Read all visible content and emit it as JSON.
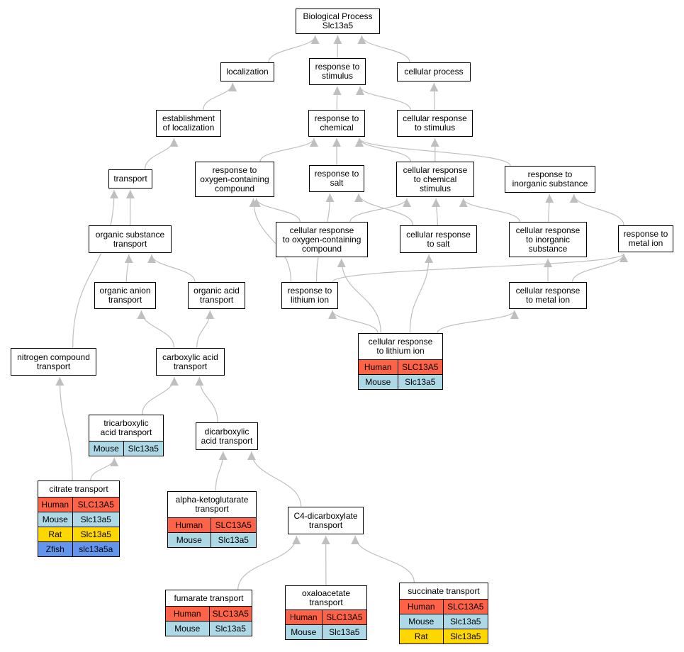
{
  "colors": {
    "edge": "#bfbfbf",
    "Human": "#ff6347",
    "Mouse": "#add8e6",
    "Rat": "#ffd700",
    "Zfish": "#6495ed"
  },
  "nodes": {
    "bp": {
      "label": "Biological Process\nSlc13a5",
      "rows": []
    },
    "localization": {
      "label": "localization",
      "rows": []
    },
    "resp_stim": {
      "label": "response to\nstimulus",
      "rows": []
    },
    "cell_proc": {
      "label": "cellular process",
      "rows": []
    },
    "estab_loc": {
      "label": "establishment\nof localization",
      "rows": []
    },
    "resp_chem": {
      "label": "response to\nchemical",
      "rows": []
    },
    "cell_resp_stim": {
      "label": "cellular response\nto stimulus",
      "rows": []
    },
    "transport": {
      "label": "transport",
      "rows": []
    },
    "resp_oxy": {
      "label": "response to\noxygen-containing\ncompound",
      "rows": []
    },
    "resp_salt": {
      "label": "response to\nsalt",
      "rows": []
    },
    "cell_resp_chem": {
      "label": "cellular response\nto chemical\nstimulus",
      "rows": []
    },
    "resp_inorg": {
      "label": "response to\ninorganic substance",
      "rows": []
    },
    "org_sub": {
      "label": "organic substance\ntransport",
      "rows": []
    },
    "cell_resp_oxy": {
      "label": "cellular response\nto oxygen-containing\ncompound",
      "rows": []
    },
    "cell_resp_salt": {
      "label": "cellular response\nto salt",
      "rows": []
    },
    "cell_resp_inorg": {
      "label": "cellular response\nto inorganic\nsubstance",
      "rows": []
    },
    "resp_metal": {
      "label": "response to\nmetal ion",
      "rows": []
    },
    "org_anion": {
      "label": "organic anion\ntransport",
      "rows": []
    },
    "org_acid": {
      "label": "organic acid\ntransport",
      "rows": []
    },
    "resp_lithium": {
      "label": "response to\nlithium ion",
      "rows": []
    },
    "cell_resp_metal": {
      "label": "cellular response\nto metal ion",
      "rows": []
    },
    "nitrogen": {
      "label": "nitrogen compound\ntransport",
      "rows": []
    },
    "carboxylic": {
      "label": "carboxylic acid\ntransport",
      "rows": []
    },
    "cell_resp_lithium": {
      "label": "cellular response\nto lithium ion",
      "rows": [
        [
          "Human",
          "SLC13A5"
        ],
        [
          "Mouse",
          "Slc13a5"
        ]
      ]
    },
    "tricarboxylic": {
      "label": "tricarboxylic\nacid transport",
      "rows": [
        [
          "Mouse",
          "Slc13a5"
        ]
      ]
    },
    "dicarboxylic": {
      "label": "dicarboxylic\nacid transport",
      "rows": []
    },
    "citrate": {
      "label": "citrate transport",
      "rows": [
        [
          "Human",
          "SLC13A5"
        ],
        [
          "Mouse",
          "Slc13a5"
        ],
        [
          "Rat",
          "Slc13a5"
        ],
        [
          "Zfish",
          "slc13a5a"
        ]
      ]
    },
    "alpha_keto": {
      "label": "alpha-ketoglutarate\ntransport",
      "rows": [
        [
          "Human",
          "SLC13A5"
        ],
        [
          "Mouse",
          "Slc13a5"
        ]
      ]
    },
    "c4_dicarb": {
      "label": "C4-dicarboxylate\ntransport",
      "rows": []
    },
    "fumarate": {
      "label": "fumarate transport",
      "rows": [
        [
          "Human",
          "SLC13A5"
        ],
        [
          "Mouse",
          "Slc13a5"
        ]
      ]
    },
    "oxaloacetate": {
      "label": "oxaloacetate\ntransport",
      "rows": [
        [
          "Human",
          "SLC13A5"
        ],
        [
          "Mouse",
          "Slc13a5"
        ]
      ]
    },
    "succinate": {
      "label": "succinate transport",
      "rows": [
        [
          "Human",
          "SLC13A5"
        ],
        [
          "Mouse",
          "Slc13a5"
        ],
        [
          "Rat",
          "Slc13a5"
        ]
      ]
    }
  },
  "edges": [
    [
      "localization",
      "bp"
    ],
    [
      "resp_stim",
      "bp"
    ],
    [
      "cell_proc",
      "bp"
    ],
    [
      "estab_loc",
      "localization"
    ],
    [
      "resp_chem",
      "resp_stim"
    ],
    [
      "cell_resp_stim",
      "resp_stim"
    ],
    [
      "cell_resp_stim",
      "cell_proc"
    ],
    [
      "transport",
      "estab_loc"
    ],
    [
      "resp_oxy",
      "resp_chem"
    ],
    [
      "resp_salt",
      "resp_chem"
    ],
    [
      "cell_resp_chem",
      "resp_chem"
    ],
    [
      "resp_inorg",
      "resp_chem"
    ],
    [
      "cell_resp_chem",
      "cell_resp_stim"
    ],
    [
      "org_sub",
      "transport"
    ],
    [
      "nitrogen",
      "transport"
    ],
    [
      "cell_resp_oxy",
      "resp_oxy"
    ],
    [
      "cell_resp_oxy",
      "cell_resp_chem"
    ],
    [
      "cell_resp_salt",
      "resp_salt"
    ],
    [
      "cell_resp_salt",
      "cell_resp_chem"
    ],
    [
      "cell_resp_inorg",
      "resp_inorg"
    ],
    [
      "cell_resp_inorg",
      "cell_resp_chem"
    ],
    [
      "resp_metal",
      "resp_inorg"
    ],
    [
      "org_anion",
      "org_sub"
    ],
    [
      "org_acid",
      "org_sub"
    ],
    [
      "resp_lithium",
      "resp_oxy"
    ],
    [
      "resp_lithium",
      "resp_salt"
    ],
    [
      "resp_lithium",
      "resp_metal"
    ],
    [
      "cell_resp_metal",
      "cell_resp_inorg"
    ],
    [
      "cell_resp_metal",
      "resp_metal"
    ],
    [
      "carboxylic",
      "org_anion"
    ],
    [
      "carboxylic",
      "org_acid"
    ],
    [
      "cell_resp_lithium",
      "resp_lithium"
    ],
    [
      "cell_resp_lithium",
      "cell_resp_metal"
    ],
    [
      "cell_resp_lithium",
      "cell_resp_oxy"
    ],
    [
      "cell_resp_lithium",
      "cell_resp_salt"
    ],
    [
      "tricarboxylic",
      "carboxylic"
    ],
    [
      "dicarboxylic",
      "carboxylic"
    ],
    [
      "citrate",
      "nitrogen"
    ],
    [
      "citrate",
      "tricarboxylic"
    ],
    [
      "alpha_keto",
      "dicarboxylic"
    ],
    [
      "c4_dicarb",
      "dicarboxylic"
    ],
    [
      "fumarate",
      "c4_dicarb"
    ],
    [
      "oxaloacetate",
      "c4_dicarb"
    ],
    [
      "succinate",
      "c4_dicarb"
    ]
  ]
}
